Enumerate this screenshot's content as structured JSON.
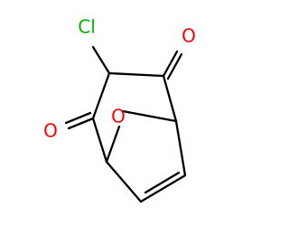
{
  "molecule": {
    "atoms": {
      "chlorine": {
        "symbol": "Cl",
        "color": "#00b400"
      },
      "ketone_oxygen_top": {
        "symbol": "O",
        "color": "#ff0000"
      },
      "ketone_oxygen_left": {
        "symbol": "O",
        "color": "#ff0000"
      },
      "bridge_oxygen": {
        "symbol": "O",
        "color": "#ff0000"
      }
    },
    "bond_color": "#000000",
    "background": "#ffffff"
  }
}
